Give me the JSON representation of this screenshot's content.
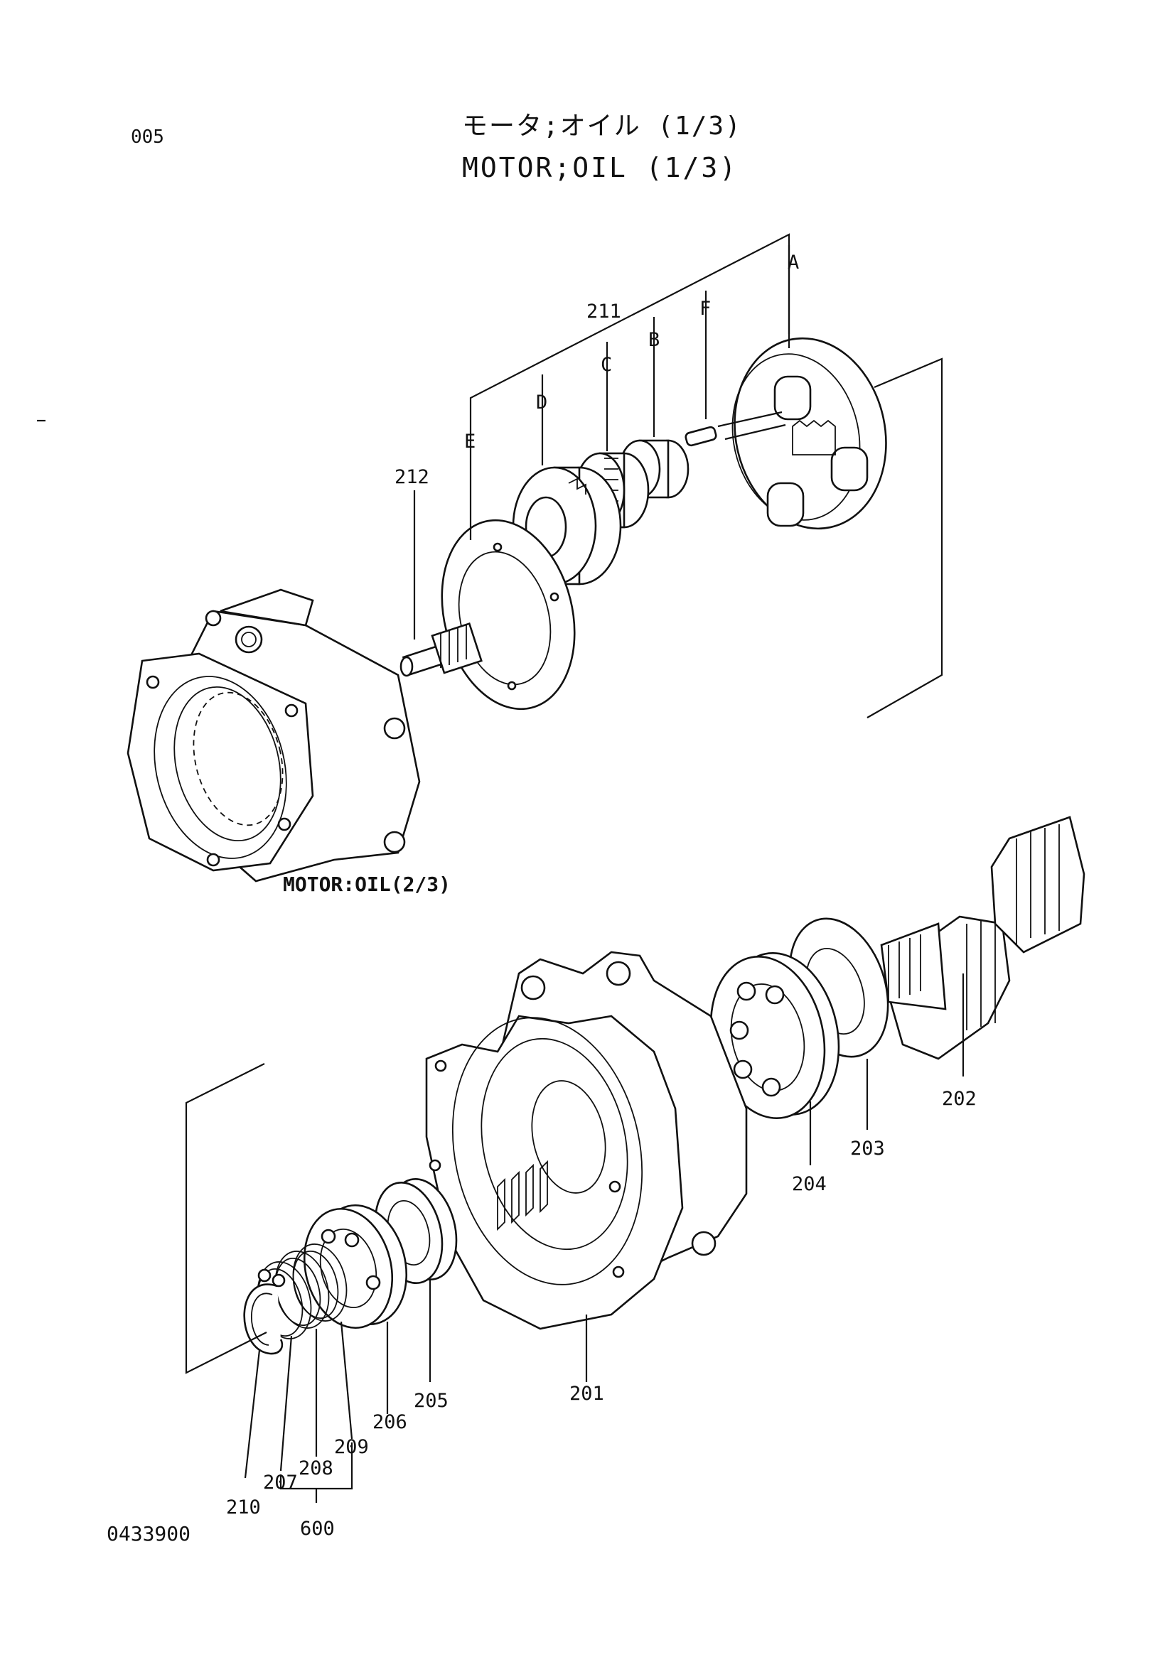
{
  "page_code": "005",
  "title_jp": "モータ;オイル (1/3)",
  "title_en": "MOTOR;OIL (1/3)",
  "drawing_number": "0433900",
  "reference_label": "MOTOR:OIL(2/3)",
  "callouts": {
    "a": "A",
    "b": "B",
    "c": "C",
    "d": "D",
    "e": "E",
    "f": "F",
    "p211": "211",
    "p212": "212",
    "p201": "201",
    "p202": "202",
    "p203": "203",
    "p204": "204",
    "p205": "205",
    "p206": "206",
    "p207": "207",
    "p208": "208",
    "p209": "209",
    "p210": "210",
    "p600": "600"
  }
}
